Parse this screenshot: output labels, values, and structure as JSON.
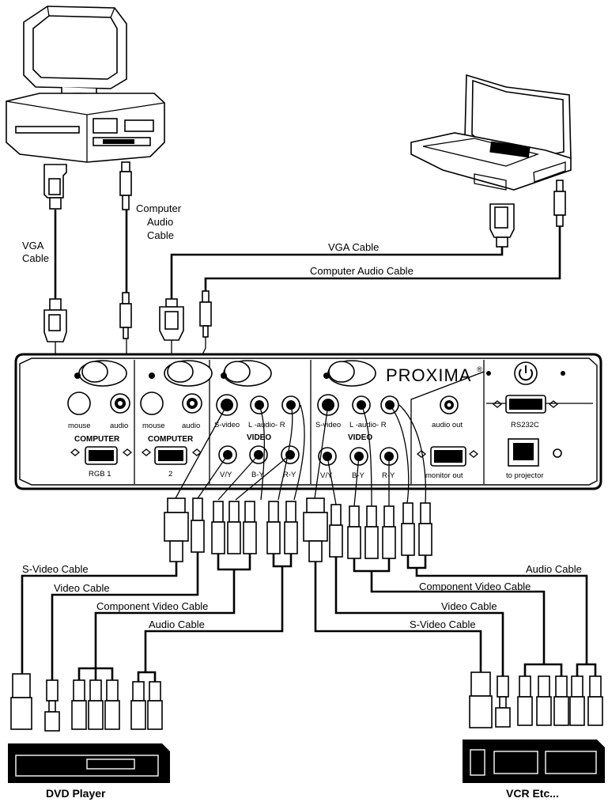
{
  "brand": {
    "name": "PROXIMA",
    "registered": "®"
  },
  "cable_labels": {
    "vga_left": "VGA",
    "vga_left_line2": "Cable",
    "computer_audio_left": "Computer",
    "computer_audio_left_line2": "Audio",
    "computer_audio_left_line3": "Cable",
    "vga_right": "VGA  Cable",
    "computer_audio_right": "Computer Audio Cable",
    "svideo_left": "S-Video Cable",
    "video_left": "Video Cable",
    "component_left": "Component Video Cable",
    "audio_left": "Audio Cable",
    "audio_right": "Audio Cable",
    "component_right": "Component Video Cable",
    "video_right": "Video Cable",
    "svideo_right": "S-Video Cable"
  },
  "panel_labels": {
    "mouse1": "mouse",
    "audio1": "audio",
    "computer1": "COMPUTER",
    "rgb1": "RGB 1",
    "mouse2": "mouse",
    "audio2": "audio",
    "computer2": "COMPUTER",
    "rgb2": "2",
    "svideo1": "S-video",
    "lr1": "L -audio- R",
    "video1": "VIDEO",
    "vy1": "V/Y",
    "by1": "B-Y",
    "ry1": "R-Y",
    "svideo2": "S-video",
    "lr2": "L -audio- R",
    "video2": "VIDEO",
    "vy2": "V/Y",
    "by2": "B-Y",
    "ry2": "R-Y",
    "audio_out": "audio out",
    "monitor_out": "monitor out",
    "rs232c": "RS232C",
    "to_projector": "to projector"
  },
  "devices": {
    "dvd_player": "DVD Player",
    "vcr": "VCR Etc..."
  }
}
